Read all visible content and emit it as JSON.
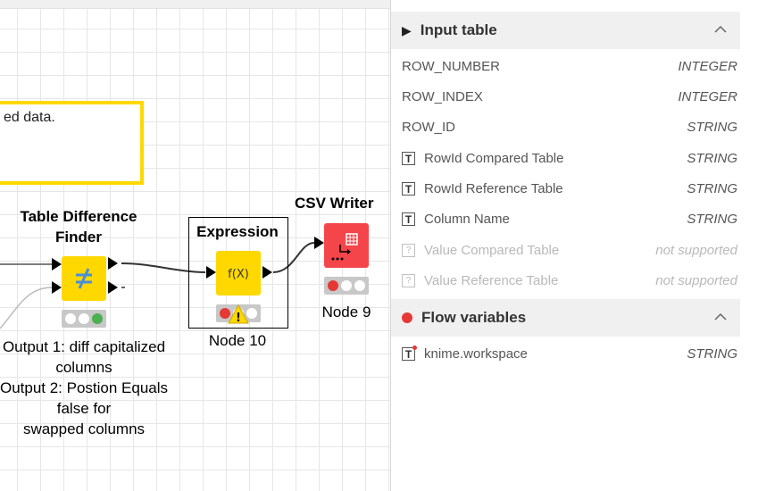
{
  "canvas": {
    "annotation_text": "ed data.",
    "nodes": {
      "table_diff": {
        "title_line1": "Table Difference",
        "title_line2": "Finder",
        "status": [
          "off",
          "off",
          "green"
        ]
      },
      "expression": {
        "title": "Expression",
        "label": "Node 10",
        "status": [
          "red",
          "warning",
          "off"
        ]
      },
      "csv_writer": {
        "title": "CSV Writer",
        "label": "Node 9",
        "status": [
          "red",
          "off",
          "off"
        ]
      }
    },
    "output_notes": [
      "Output 1: diff capitalized",
      "columns",
      "Output 2: Postion Equals",
      "false for",
      "swapped columns"
    ]
  },
  "panel": {
    "input_table": {
      "title": "Input table",
      "rows": [
        {
          "name": "ROW_NUMBER",
          "type": "INTEGER",
          "icon": "none",
          "disabled": false
        },
        {
          "name": "ROW_INDEX",
          "type": "INTEGER",
          "icon": "none",
          "disabled": false
        },
        {
          "name": "ROW_ID",
          "type": "STRING",
          "icon": "none",
          "disabled": false
        },
        {
          "name": "RowId Compared Table",
          "type": "STRING",
          "icon": "string-type-icon",
          "disabled": false
        },
        {
          "name": "RowId Reference Table",
          "type": "STRING",
          "icon": "string-type-icon",
          "disabled": false
        },
        {
          "name": "Column Name",
          "type": "STRING",
          "icon": "string-type-icon",
          "disabled": false
        },
        {
          "name": "Value Compared Table",
          "type": "not supported",
          "icon": "unknown-type-icon",
          "disabled": true
        },
        {
          "name": "Value Reference Table",
          "type": "not supported",
          "icon": "unknown-type-icon",
          "disabled": true
        }
      ]
    },
    "flow_variables": {
      "title": "Flow variables",
      "rows": [
        {
          "name": "knime.workspace",
          "type": "STRING",
          "icon": "string-flow-variable-icon"
        }
      ]
    }
  },
  "colors": {
    "node_yellow": "#ffd800",
    "node_red": "#f4454b",
    "panel_header": "#f0f0f0"
  }
}
